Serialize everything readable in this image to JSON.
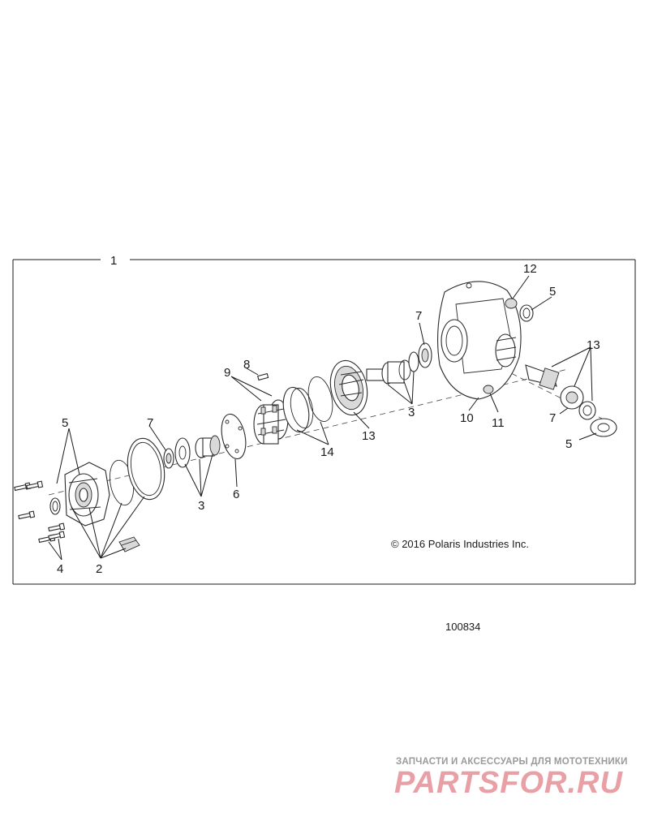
{
  "diagram": {
    "assembly_label": "1",
    "callouts": [
      "2",
      "3",
      "3",
      "4",
      "5",
      "5",
      "5",
      "6",
      "7",
      "7",
      "7",
      "8",
      "9",
      "10",
      "11",
      "12",
      "13",
      "13",
      "14"
    ],
    "copyright": "© 2016 Polaris Industries Inc.",
    "figure_number": "100834"
  },
  "watermark": {
    "tagline": "ЗАПЧАСТИ И АКСЕССУАРЫ ДЛЯ МОТОТЕХНИКИ",
    "brand": "PARTSFOR.RU"
  },
  "colors": {
    "line": "#2a2a2a",
    "watermark_text": "#9a9a9a",
    "watermark_brand": "#e8a0a6"
  }
}
